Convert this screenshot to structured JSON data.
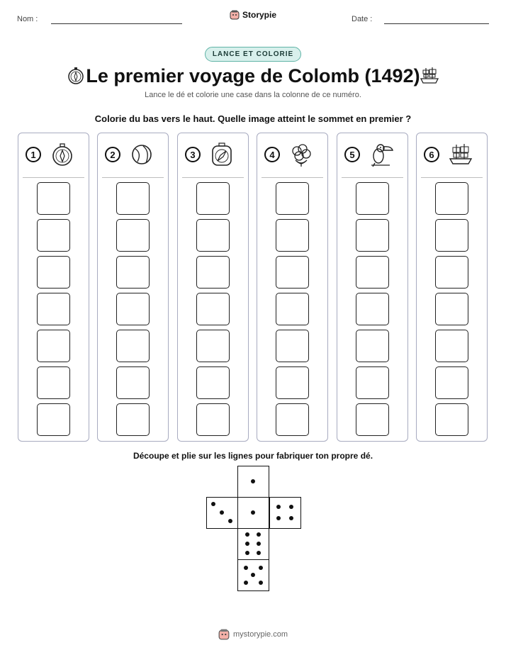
{
  "header": {
    "name_label": "Nom :",
    "date_label": "Date :",
    "brand": "Storypie"
  },
  "badge": "LANCE ET COLORIE",
  "title": "Le premier voyage de Colomb (1492)",
  "subtitle": "Lance le dé et colorie une case dans la colonne de ce numéro.",
  "instruction": "Colorie du bas vers le haut. Quelle image atteint le sommet en premier ?",
  "columns": [
    {
      "number": "1",
      "icon": "compass-icon"
    },
    {
      "number": "2",
      "icon": "globe-ball-icon"
    },
    {
      "number": "3",
      "icon": "square-compass-icon"
    },
    {
      "number": "4",
      "icon": "cotton-flower-icon"
    },
    {
      "number": "5",
      "icon": "toucan-icon"
    },
    {
      "number": "6",
      "icon": "ship-icon"
    }
  ],
  "boxes_per_column": 7,
  "cut_instruction": "Découpe et plie sur les lignes pour fabriquer ton propre dé.",
  "dice_faces": [
    1,
    3,
    4,
    6,
    5
  ],
  "footer": "mystorypie.com"
}
